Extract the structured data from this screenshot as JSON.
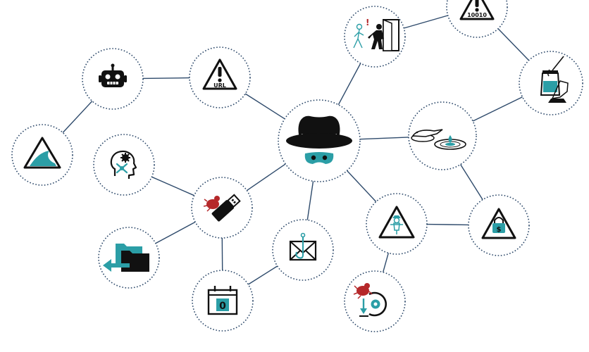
{
  "colors": {
    "line": "#2e4a6b",
    "ring": "#2e4a6b",
    "ink": "#111111",
    "teal": "#2b9ea6",
    "red": "#b5282a"
  },
  "nodes": [
    {
      "id": "hacker",
      "icon": "hat-spy-icon"
    },
    {
      "id": "url-warning",
      "icon": "url-warning-icon",
      "label": "URL"
    },
    {
      "id": "bot",
      "icon": "robot-icon"
    },
    {
      "id": "wave",
      "icon": "tsunami-warning-icon"
    },
    {
      "id": "intruder",
      "icon": "intruder-door-icon"
    },
    {
      "id": "binary-warning",
      "icon": "binary-warning-icon",
      "label": "10010"
    },
    {
      "id": "honeypot",
      "icon": "honeypot-icon"
    },
    {
      "id": "watering-hole",
      "icon": "watering-hole-icon"
    },
    {
      "id": "mind-poison",
      "icon": "brain-poison-icon"
    },
    {
      "id": "usb-bug",
      "icon": "usb-bug-icon"
    },
    {
      "id": "folder-exfil",
      "icon": "folder-exfiltration-icon"
    },
    {
      "id": "phishing-mail",
      "icon": "phishing-mail-icon"
    },
    {
      "id": "scarecrow",
      "icon": "scarecrow-warning-icon"
    },
    {
      "id": "lock-money",
      "icon": "money-lock-icon"
    },
    {
      "id": "zero-day",
      "icon": "zero-day-calendar-icon",
      "label": "0"
    },
    {
      "id": "malware-disk",
      "icon": "malware-disk-icon"
    }
  ],
  "edges": [
    [
      "hacker",
      "url-warning"
    ],
    [
      "url-warning",
      "bot"
    ],
    [
      "bot",
      "wave"
    ],
    [
      "hacker",
      "intruder"
    ],
    [
      "intruder",
      "binary-warning"
    ],
    [
      "binary-warning",
      "honeypot"
    ],
    [
      "honeypot",
      "watering-hole"
    ],
    [
      "hacker",
      "watering-hole"
    ],
    [
      "watering-hole",
      "lock-money"
    ],
    [
      "hacker",
      "usb-bug"
    ],
    [
      "mind-poison",
      "usb-bug"
    ],
    [
      "usb-bug",
      "folder-exfil"
    ],
    [
      "usb-bug",
      "zero-day"
    ],
    [
      "hacker",
      "phishing-mail"
    ],
    [
      "phishing-mail",
      "zero-day"
    ],
    [
      "hacker",
      "scarecrow"
    ],
    [
      "scarecrow",
      "lock-money"
    ],
    [
      "scarecrow",
      "malware-disk"
    ]
  ]
}
